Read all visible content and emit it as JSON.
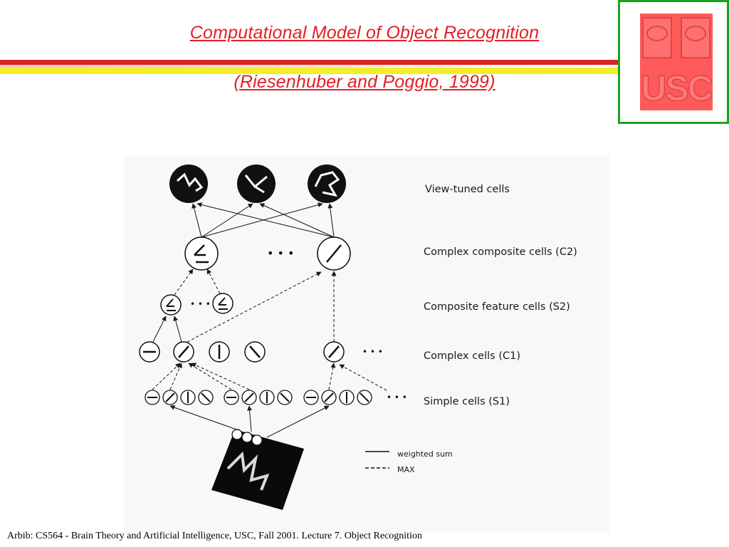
{
  "slide": {
    "title": "Computational Model of Object Recognition",
    "subtitle": "(Riesenhuber and Poggio, 1999)",
    "footer": "Arbib: CS564 - Brain Theory and Artificial Intelligence,  USC, Fall 2001. Lecture 7. Object Recognition"
  },
  "logo": {
    "text": "USC",
    "color": "#ff5a5a",
    "frame_color": "#1aa21c"
  },
  "diagram": {
    "layers": [
      {
        "label": "View-tuned cells"
      },
      {
        "label": "Complex composite cells (C2)"
      },
      {
        "label": "Composite feature cells (S2)"
      },
      {
        "label": "Complex cells (C1)"
      },
      {
        "label": "Simple cells (S1)"
      }
    ],
    "legend": {
      "weighted_sum": "weighted sum",
      "max": "MAX"
    }
  },
  "colors": {
    "title": "#e31e24",
    "stripe_red": "#d9241f",
    "stripe_yellow": "#f2ee2a"
  }
}
